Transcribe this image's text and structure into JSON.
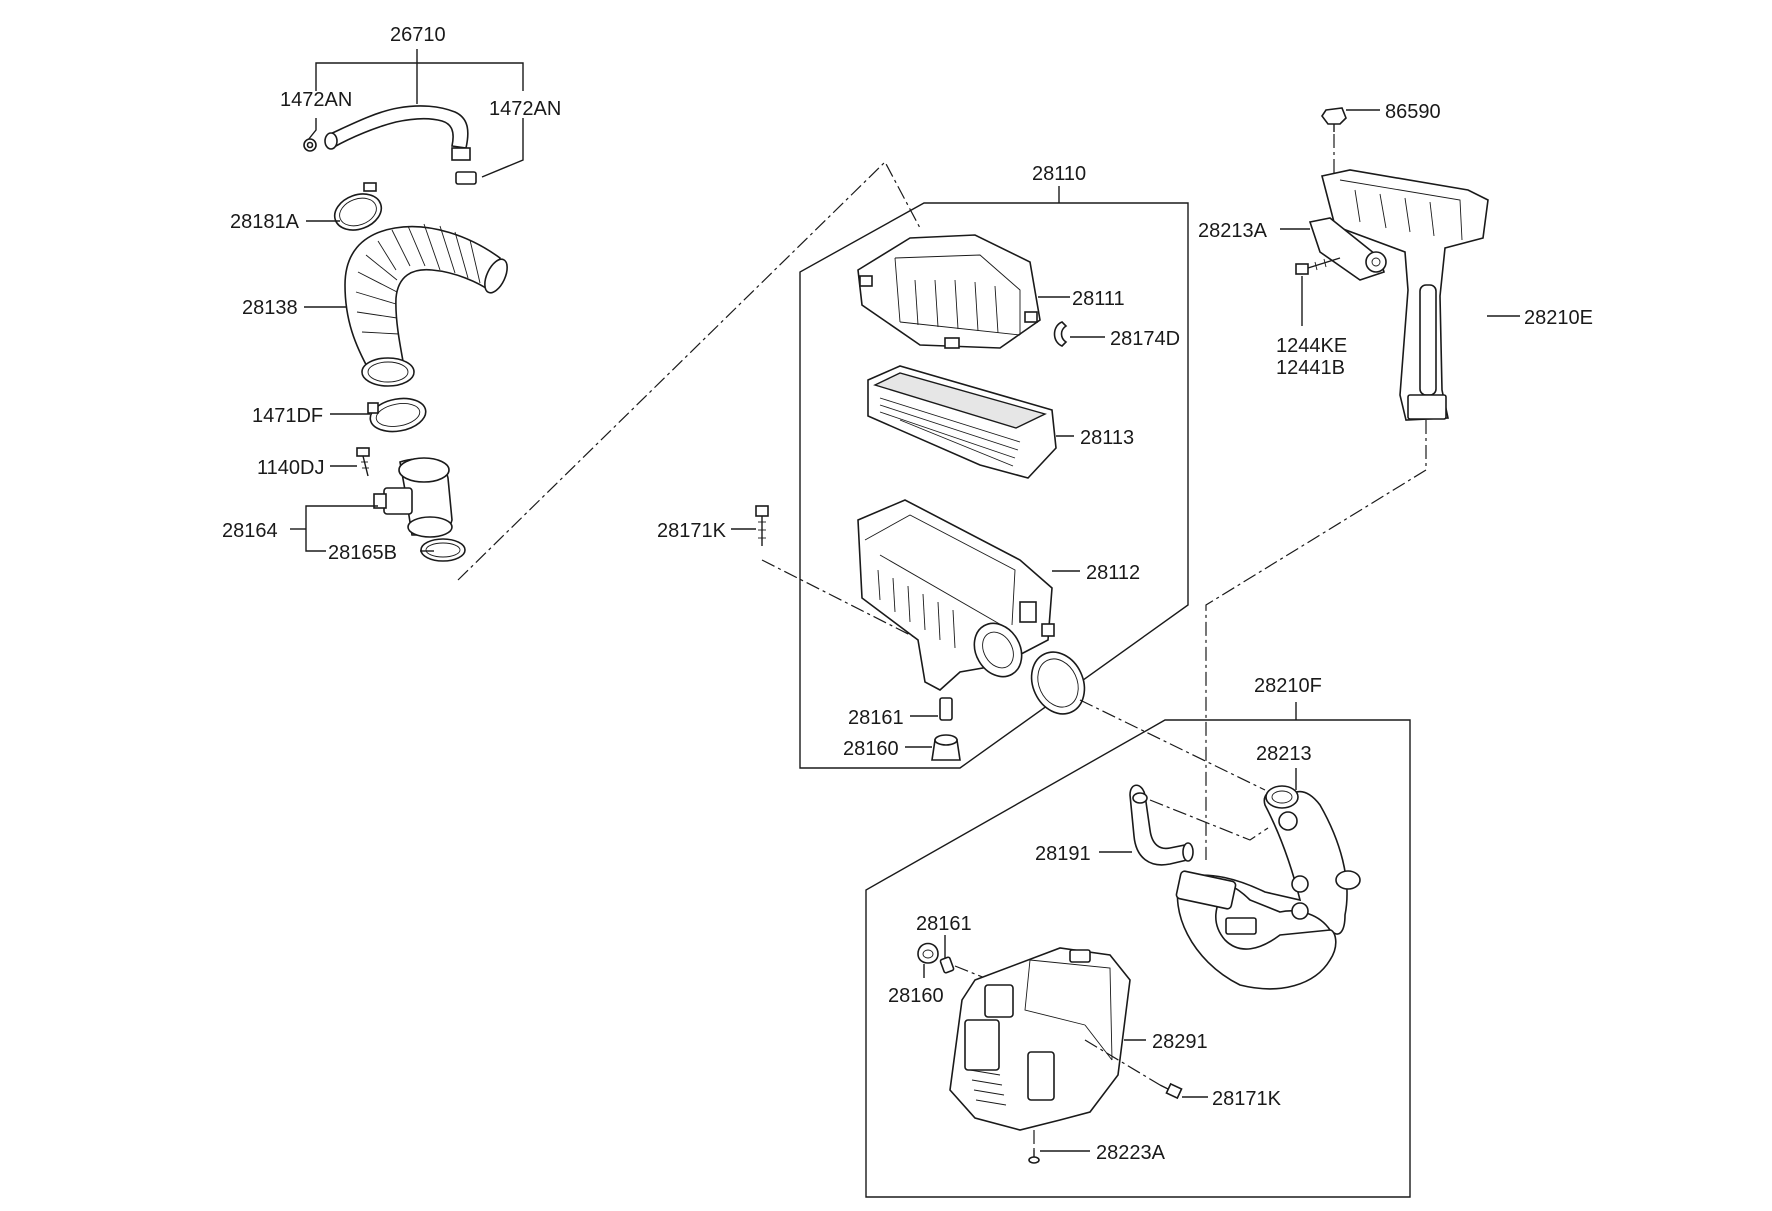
{
  "labels": {
    "p26710": "26710",
    "p1472AN_left": "1472AN",
    "p1472AN_right": "1472AN",
    "p28181A": "28181A",
    "p28138": "28138",
    "p1471DF": "1471DF",
    "p1140DJ": "1140DJ",
    "p28164": "28164",
    "p28165B": "28165B",
    "p28110": "28110",
    "p28111": "28111",
    "p28174D": "28174D",
    "p28113": "28113",
    "p28171K_upper": "28171K",
    "p28112": "28112",
    "p28161_upper": "28161",
    "p28160_upper": "28160",
    "p86590": "86590",
    "p28213A": "28213A",
    "p28210E": "28210E",
    "p1244KE": "1244KE",
    "p12441B": "12441B",
    "p28210F": "28210F",
    "p28213": "28213",
    "p28191": "28191",
    "p28161_lower": "28161",
    "p28160_lower": "28160",
    "p28291": "28291",
    "p28171K_lower": "28171K",
    "p28223A": "28223A"
  }
}
